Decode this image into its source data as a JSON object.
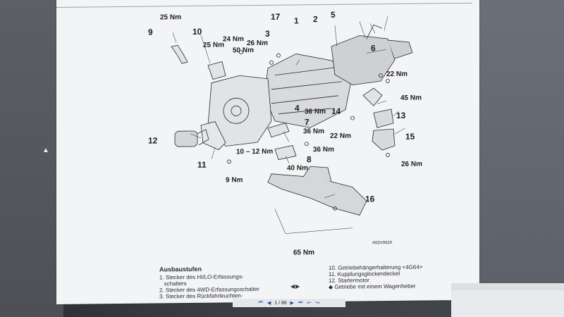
{
  "diagram": {
    "callouts": [
      {
        "id": "c1",
        "text": "1"
      },
      {
        "id": "c2",
        "text": "2"
      },
      {
        "id": "c3",
        "text": "3"
      },
      {
        "id": "c4",
        "text": "4"
      },
      {
        "id": "c5",
        "text": "5"
      },
      {
        "id": "c6",
        "text": "6"
      },
      {
        "id": "c7",
        "text": "7"
      },
      {
        "id": "c8",
        "text": "8"
      },
      {
        "id": "c9",
        "text": "9"
      },
      {
        "id": "c10",
        "text": "10"
      },
      {
        "id": "c11",
        "text": "11"
      },
      {
        "id": "c12",
        "text": "12"
      },
      {
        "id": "c13",
        "text": "13"
      },
      {
        "id": "c14",
        "text": "14"
      },
      {
        "id": "c15",
        "text": "15"
      },
      {
        "id": "c16",
        "text": "16"
      },
      {
        "id": "c17",
        "text": "17"
      }
    ],
    "torques": {
      "t25a": "25 Nm",
      "t25b": "25 Nm",
      "t24": "24 Nm",
      "t26": "26 Nm",
      "t50": "50 Nm",
      "t22a": "22 Nm",
      "t45": "45 Nm",
      "t36a": "36 Nm",
      "t36b": "36 Nm",
      "t36c": "36 Nm",
      "t22b": "22 Nm",
      "t26b": "26 Nm",
      "t10_12": "10 – 12 Nm",
      "t40": "40 Nm",
      "t9": "9 Nm",
      "t65": "65 Nm"
    },
    "figure_code": "A02V0020"
  },
  "caption": {
    "title": "Ausbaustufen",
    "left_items": [
      "1. Stecker des HI/LO-Erfassungs-",
      "   schalters",
      "2. Stecker des 4WD-Erfassungsschalter",
      "3. Stecker des Rückfahrleuchten-"
    ],
    "right_items": [
      "10. Getriebehängerhalterung <4G64>",
      "11. Kupplungsglockendeckel",
      "12. Startermotor",
      "◆ Getriebe mit einem Wagenheber"
    ]
  },
  "toolbar": {
    "page_indicator": "1 / 86",
    "icons": [
      "first-page-icon",
      "prev-page-icon",
      "next-page-icon",
      "last-page-icon",
      "back-icon",
      "forward-icon"
    ]
  }
}
